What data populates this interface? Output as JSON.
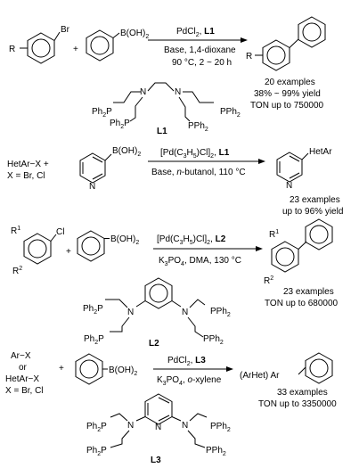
{
  "scheme": {
    "r1": {
      "reactant_br": "Br",
      "reactant_r": "R",
      "plus": "+",
      "boronic_acid": "B(OH)",
      "sub2": "2",
      "cond_top_a": "PdCl",
      "cond_top_sub": "2",
      "cond_top_b": ", ",
      "cond_top_ligand": "L1",
      "cond_bottom_1": "Base, 1,4-dioxane",
      "cond_bottom_2": "90 °C, 2 ~ 20 h",
      "product_r": "R",
      "result_1": "20 examples",
      "result_2": "38% ~ 99% yield",
      "result_3": "TON up to 750000",
      "ligand_label": "L1",
      "n_label": "N",
      "pph2": "PPh",
      "ph2p": "Ph",
      "p": "P",
      "ph2": "2"
    },
    "r2": {
      "reactant_1": "HetAr−X +",
      "reactant_2": "X = Br, Cl",
      "boronic_acid": "B(OH)",
      "sub2": "2",
      "ring_n": "N",
      "cond_top_a": "[Pd(C",
      "cond_top_s1": "3",
      "cond_top_b": "H",
      "cond_top_s2": "5",
      "cond_top_c": ")Cl]",
      "cond_top_s3": "2",
      "cond_top_d": ", ",
      "cond_top_ligand": "L1",
      "cond_bottom_a": "Base, ",
      "cond_bottom_ital": "n",
      "cond_bottom_b": "-butanol, 110 °C",
      "product_sub": "HetAr",
      "product_n": "N",
      "result_1": "23 examples",
      "result_2": "up to 96% yield"
    },
    "r3": {
      "r1": "R",
      "r1_sup": "1",
      "r2": "R",
      "r2_sup": "2",
      "cl": "Cl",
      "plus": "+",
      "boronic_acid": "B(OH)",
      "sub2": "2",
      "cond_top_a": "[Pd(C",
      "cond_top_s1": "3",
      "cond_top_b": "H",
      "cond_top_s2": "5",
      "cond_top_c": ")Cl]",
      "cond_top_s3": "2",
      "cond_top_d": ", ",
      "cond_top_ligand": "L2",
      "cond_bottom_a": "K",
      "cond_bottom_s1": "3",
      "cond_bottom_b": "PO",
      "cond_bottom_s2": "4",
      "cond_bottom_c": ", DMA, 130 °C",
      "product_r1": "R",
      "product_r1_sup": "1",
      "product_r2": "R",
      "product_r2_sup": "2",
      "result_1": "23 examples",
      "result_2": "TON up to 680000",
      "ligand_label": "L2",
      "n_label": "N",
      "pph2": "PPh",
      "ph2p": "Ph",
      "p": "P",
      "ph2": "2"
    },
    "r4": {
      "reactant_1": "Ar−X",
      "reactant_2": "or",
      "reactant_3": "HetAr−X",
      "reactant_4": "X = Br, Cl",
      "plus": "+",
      "boronic_acid": "B(OH)",
      "sub2": "2",
      "cond_top_a": "PdCl",
      "cond_top_sub": "2",
      "cond_top_b": ", ",
      "cond_top_ligand": "L3",
      "cond_bottom_a": "K",
      "cond_bottom_s1": "3",
      "cond_bottom_b": "PO",
      "cond_bottom_s2": "4",
      "cond_bottom_c": ", ",
      "cond_bottom_ital": "o",
      "cond_bottom_d": "-xylene",
      "product_prefix": "(ArHet) Ar",
      "result_1": "33 examples",
      "result_2": "TON up to 3350000",
      "ligand_label": "L3",
      "n_label": "N",
      "pph2": "PPh",
      "ph2p": "Ph",
      "p": "P",
      "ph2": "2"
    }
  }
}
